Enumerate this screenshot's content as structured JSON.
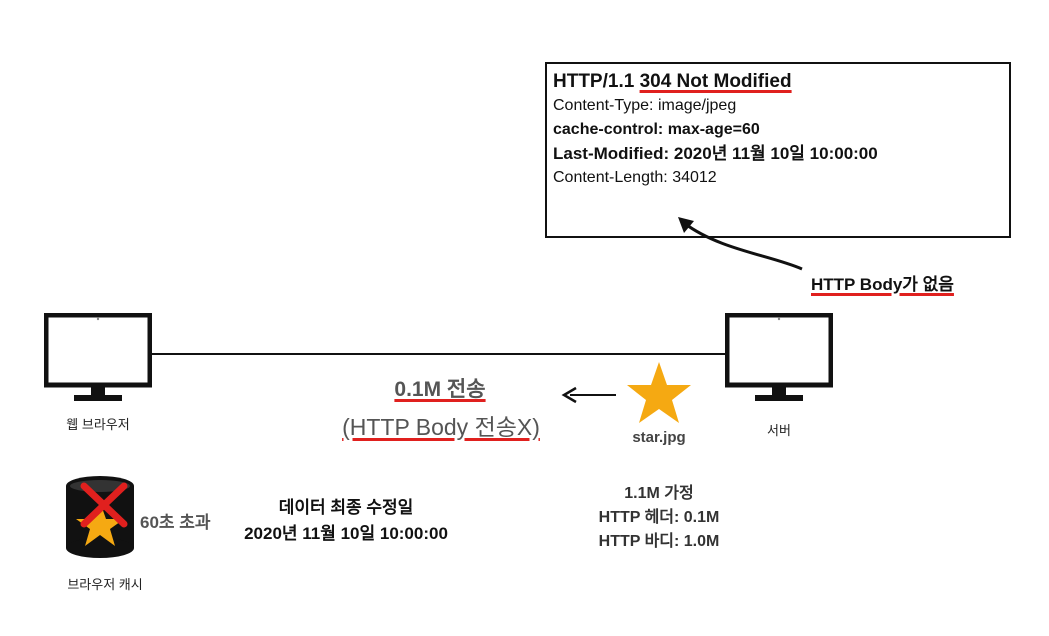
{
  "response": {
    "status_prefix": "HTTP/1.1 ",
    "status_code": "304 Not Modified",
    "content_type": "Content-Type: image/jpeg",
    "cache_control": "cache-control: max-age=60",
    "last_modified": "Last-Modified: 2020년 11월 10일 10:00:00",
    "content_length": "Content-Length: 34012"
  },
  "note_no_body": "HTTP Body가 없음",
  "transfer": {
    "size": "0.1M 전송",
    "detail": "(HTTP Body 전송X)"
  },
  "browser_label": "웹 브라우저",
  "server_label": "서버",
  "file_name": "star.jpg",
  "file_info": [
    "1.1M 가정",
    "HTTP 헤더: 0.1M",
    "HTTP 바디: 1.0M"
  ],
  "cache": {
    "label": "브라우저 캐시",
    "expired": "60초 초과",
    "data_title": "데이터 최종 수정일",
    "data_date": "2020년 11월 10일 10:00:00"
  },
  "colors": {
    "accent_red": "#e0201e",
    "star": "#f5a912",
    "gray_text": "#555555"
  }
}
